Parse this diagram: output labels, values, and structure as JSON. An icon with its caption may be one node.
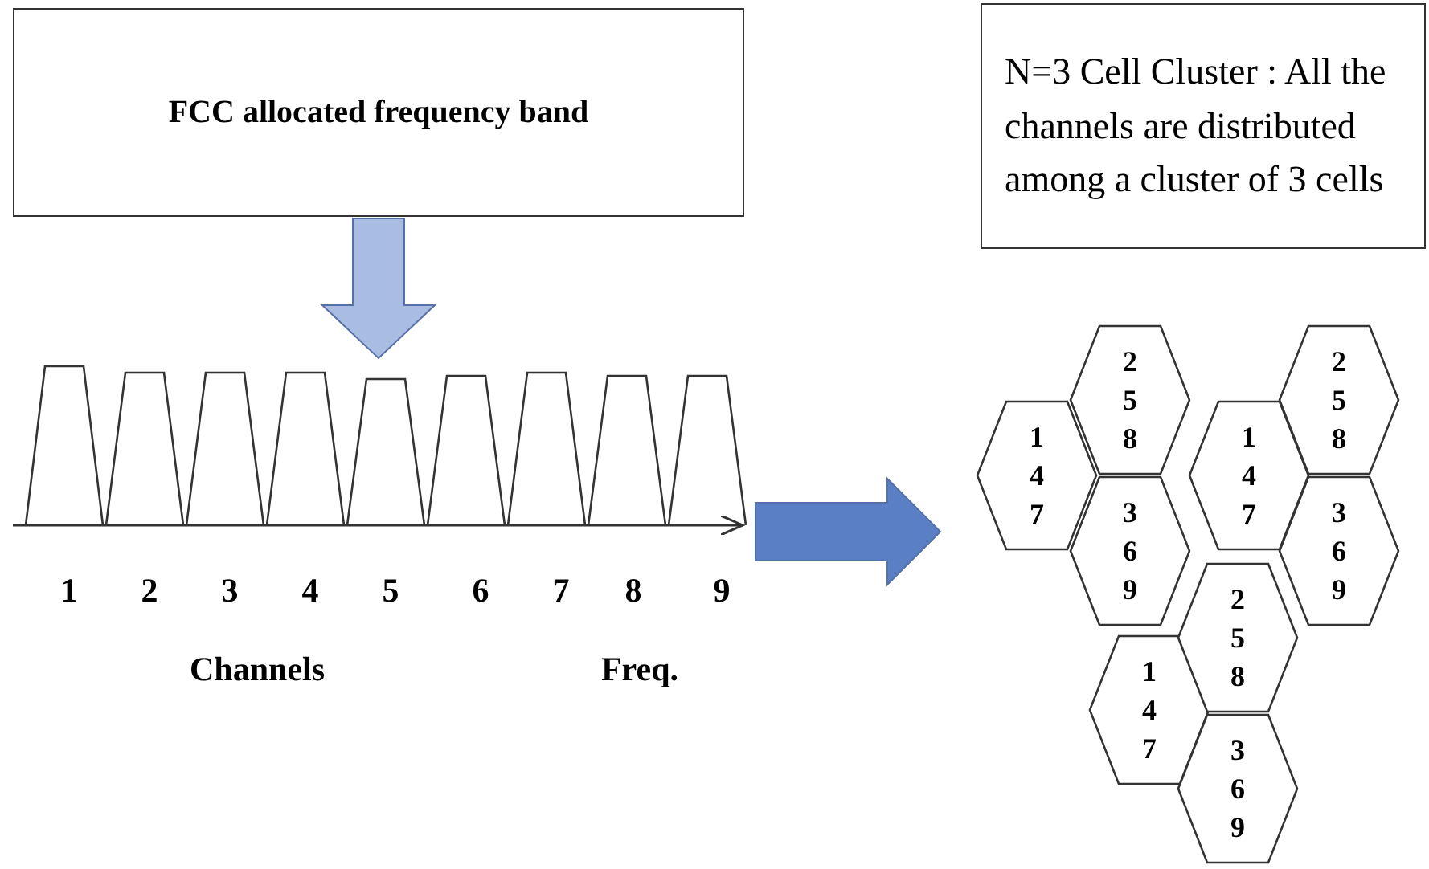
{
  "diagram": {
    "nodes": [
      {
        "text": [
          "FCC allocated frequency band"
        ]
      },
      {
        "text": [],
        "shape": "picture"
      },
      {
        "text": [
          "N=3 Cell Cluster : All the channels are distributed among a cluster of 3 cells"
        ]
      },
      {
        "text": [
          "1 4 7"
        ]
      },
      {
        "text": [
          "2 5 8"
        ]
      },
      {
        "text": [
          "3 6 9"
        ]
      },
      {
        "text": [
          "1 4 7"
        ]
      },
      {
        "text": [
          "2 5 8"
        ]
      },
      {
        "text": [
          "3 6 9"
        ]
      },
      {
        "text": [
          "1 4 7"
        ]
      },
      {
        "text": [
          "2 5 8"
        ]
      },
      {
        "text": [
          "3 6 9"
        ]
      }
    ],
    "edges": [
      {
        "from": 0,
        "to": 1,
        "arrow": "to"
      },
      {
        "from": 1,
        "to": null,
        "arrow": "to"
      }
    ],
    "labels": [
      "1",
      "2",
      "3",
      "4",
      "5",
      "6",
      "7",
      "8",
      "9",
      "Channels",
      "Freq."
    ]
  }
}
